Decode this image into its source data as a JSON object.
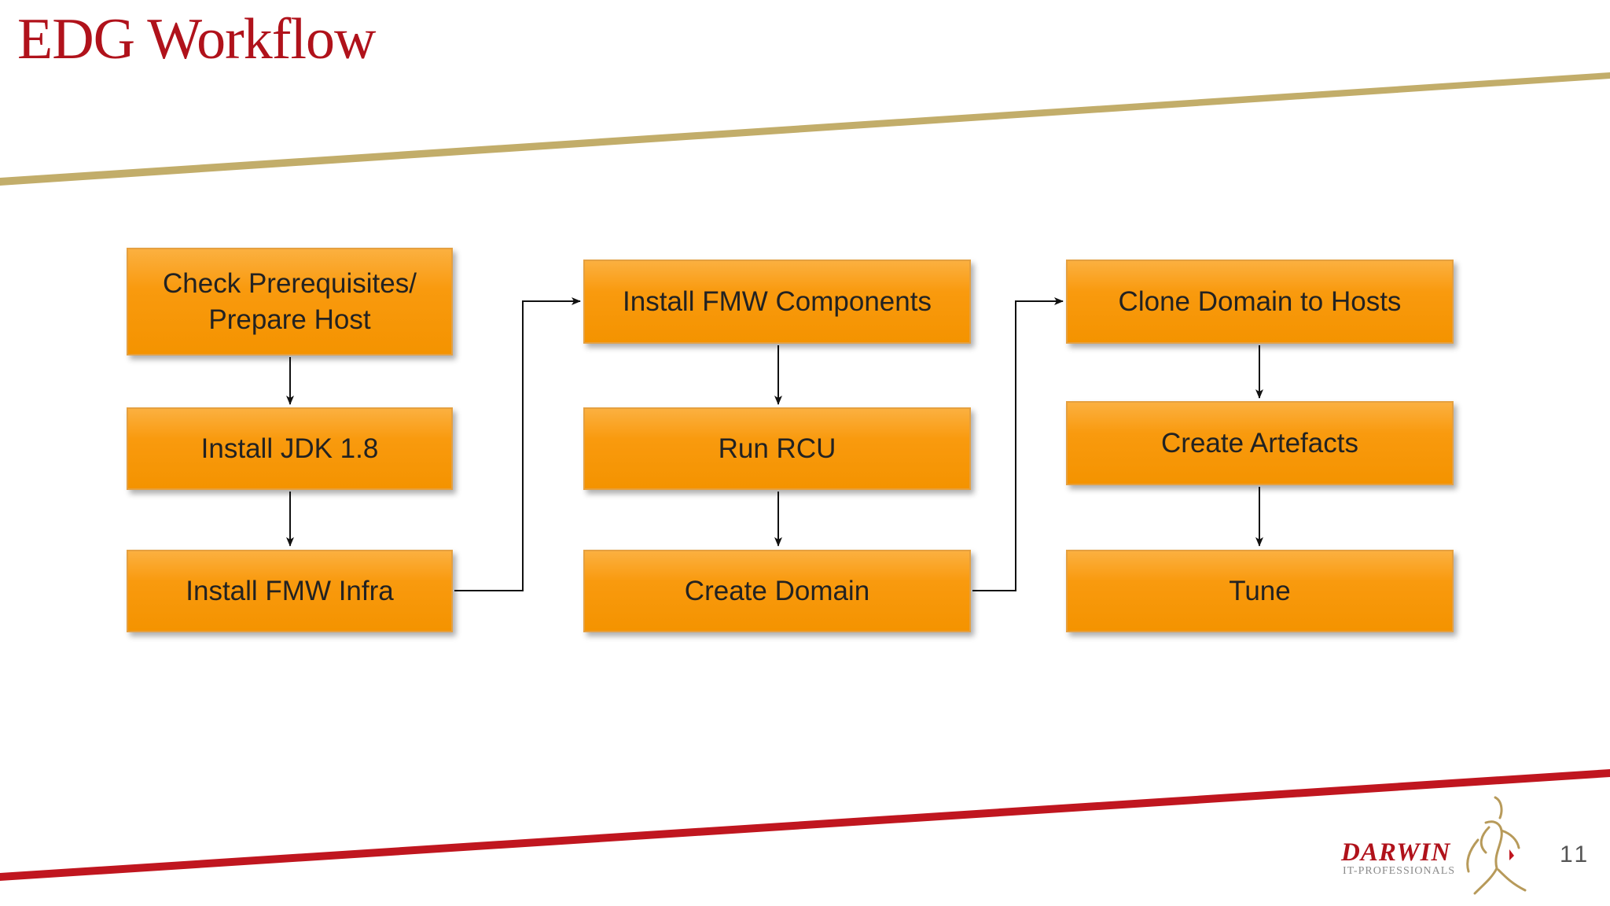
{
  "slide": {
    "title": "EDG Workflow",
    "page_number": "11"
  },
  "colors": {
    "title": "#b0121b",
    "box_fill": "#f99a0e",
    "gold_line": "#c2ad6a",
    "red_line": "#c0161f",
    "connector": "#111111"
  },
  "diagram": {
    "steps": [
      {
        "id": "check-prerequisites",
        "label": "Check Prerequisites/\nPrepare Host"
      },
      {
        "id": "install-jdk",
        "label": "Install JDK 1.8"
      },
      {
        "id": "install-fmw-infra",
        "label": "Install FMW Infra"
      },
      {
        "id": "install-fmw-components",
        "label": "Install FMW Components"
      },
      {
        "id": "run-rcu",
        "label": "Run RCU"
      },
      {
        "id": "create-domain",
        "label": "Create Domain"
      },
      {
        "id": "clone-domain",
        "label": "Clone Domain to Hosts"
      },
      {
        "id": "create-artefacts",
        "label": "Create Artefacts"
      },
      {
        "id": "tune",
        "label": "Tune"
      }
    ],
    "edges": [
      {
        "from": "check-prerequisites",
        "to": "install-jdk"
      },
      {
        "from": "install-jdk",
        "to": "install-fmw-infra"
      },
      {
        "from": "install-fmw-infra",
        "to": "install-fmw-components"
      },
      {
        "from": "install-fmw-components",
        "to": "run-rcu"
      },
      {
        "from": "run-rcu",
        "to": "create-domain"
      },
      {
        "from": "create-domain",
        "to": "clone-domain"
      },
      {
        "from": "clone-domain",
        "to": "create-artefacts"
      },
      {
        "from": "create-artefacts",
        "to": "tune"
      }
    ]
  },
  "logo": {
    "name": "DARWIN",
    "tagline": "IT-PROFESSIONALS"
  }
}
